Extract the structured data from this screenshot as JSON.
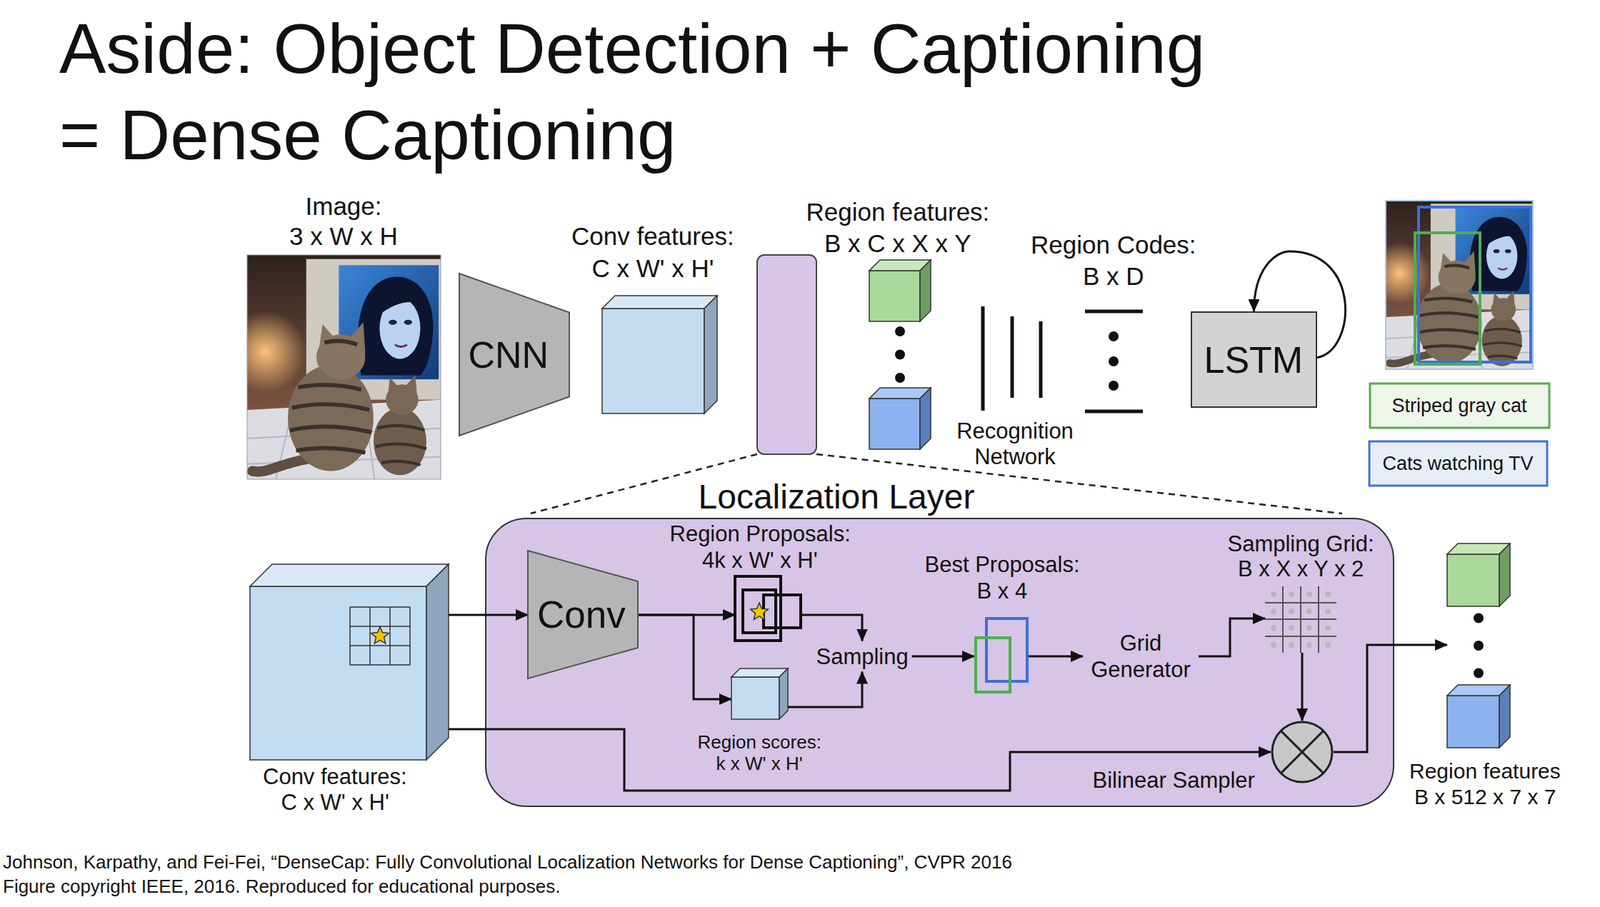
{
  "diagram": {
    "title": "Aside: Object Detection + Captioning = Dense Captioning",
    "caption": "Johnson, Karpathy, and Fei-Fei, “DenseCap: Fully Convolutional Localization Networks for Dense Captioning”, CVPR 2016",
    "nodes": [
      {
        "text": [
          "Image:",
          "3 x W x H"
        ]
      },
      {
        "text": [
          "CNN"
        ]
      },
      {
        "text": [
          "Conv features:",
          "C x W' x H'"
        ]
      },
      {
        "text": [
          "Region features:",
          "B x C x X x Y"
        ]
      },
      {
        "text": [
          "LSTM"
        ]
      },
      {
        "text": [
          "Striped gray cat"
        ]
      },
      {
        "text": [
          "Cats watching TV"
        ]
      },
      {
        "text": [
          "Localization Layer"
        ]
      },
      {
        "text": [
          "Conv features:",
          "C x W' x H'"
        ]
      },
      {
        "text": [
          "Conv"
        ],
        "in": 7
      },
      {
        "text": [
          "Region Proposals:",
          "4k x W' x H'"
        ],
        "in": 7
      },
      {
        "text": [
          "Region scores:",
          "k x W' x H'"
        ],
        "in": 7
      },
      {
        "text": [
          "Sampling"
        ],
        "in": 7
      },
      {
        "text": [
          "Best Proposals:",
          "B x 4"
        ],
        "in": 7
      },
      {
        "text": [
          "Grid Generator"
        ],
        "in": 7
      },
      {
        "text": [
          "Sampling Grid:",
          "B x X x Y x 2"
        ],
        "in": 7
      },
      {
        "text": [],
        "in": 7
      },
      {
        "text": [
          "Region features",
          "B x 512 x 7 x 7"
        ]
      }
    ],
    "edges": [
      {
        "from": 8,
        "to": 9,
        "arrow": "to"
      },
      {
        "from": 9,
        "to": 10,
        "arrow": "to"
      },
      {
        "from": 9,
        "to": 11,
        "arrow": "to"
      },
      {
        "from": 10,
        "to": 12,
        "arrow": "to"
      },
      {
        "from": 11,
        "to": 12,
        "arrow": "to"
      },
      {
        "from": 12,
        "to": 13,
        "arrow": "to"
      },
      {
        "from": 13,
        "to": 14,
        "arrow": "to"
      },
      {
        "from": 14,
        "to": 15,
        "arrow": "to"
      },
      {
        "from": 15,
        "to": 16,
        "arrow": "to"
      },
      {
        "from": 8,
        "to": 16,
        "label": "Bilinear Sampler",
        "arrow": "to"
      },
      {
        "from": 16,
        "to": 17,
        "arrow": "to"
      },
      {
        "from": 4,
        "to": 4,
        "arrow": "to"
      }
    ],
    "labels": [
      "Recognition Network",
      "Region Codes:",
      "B x D",
      "Figure copyright IEEE, 2016. Reproduced for educational purposes."
    ]
  }
}
